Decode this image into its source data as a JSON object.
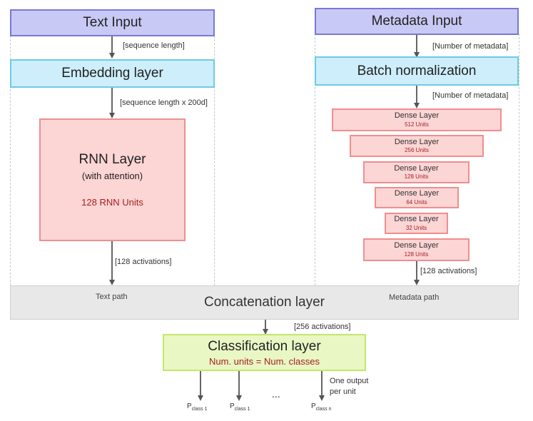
{
  "text_path": {
    "input": "Text Input",
    "dim_sequence": "[sequence length]",
    "embedding": "Embedding layer",
    "dim_embedding": "[sequence length x 200d]",
    "rnn_title": "RNN Layer",
    "rnn_subtitle": "(with attention)",
    "rnn_units": "128 RNN Units",
    "dim_activations": "[128 activations]",
    "path_label": "Text path"
  },
  "metadata_path": {
    "input": "Metadata Input",
    "dim_metadata_1": "[Number of metadata]",
    "batch_norm": "Batch normalization",
    "dim_metadata_2": "[Number of metadata]",
    "dense_layers": [
      {
        "label": "Dense Layer",
        "units": "512 Units"
      },
      {
        "label": "Dense Layer",
        "units": "256 Units"
      },
      {
        "label": "Dense Layer",
        "units": "128 Units"
      },
      {
        "label": "Dense Layer",
        "units": "64 Units"
      },
      {
        "label": "Dense Layer",
        "units": "32 Units"
      },
      {
        "label": "Dense Layer",
        "units": "128 Units"
      }
    ],
    "dim_activations": "[128 activations]",
    "path_label": "Metadata path"
  },
  "concatenation": {
    "title": "Concatenation layer",
    "dim_activations": "[256 activations]"
  },
  "classification": {
    "title": "Classification layer",
    "units": "Num. units = Num. classes",
    "note_line1": "One output",
    "note_line2": "per unit"
  },
  "outputs": {
    "p": "P",
    "labels": [
      "class 1",
      "class 1",
      "class n"
    ],
    "ellipsis": "..."
  },
  "colors": {
    "input_fill": "#c9c9f5",
    "embedding_fill": "#cdeefa",
    "dense_fill": "#fcd5d5",
    "concat_fill": "#e8e8e8",
    "classification_fill": "#e8f7c4",
    "units_text": "#a62020"
  }
}
